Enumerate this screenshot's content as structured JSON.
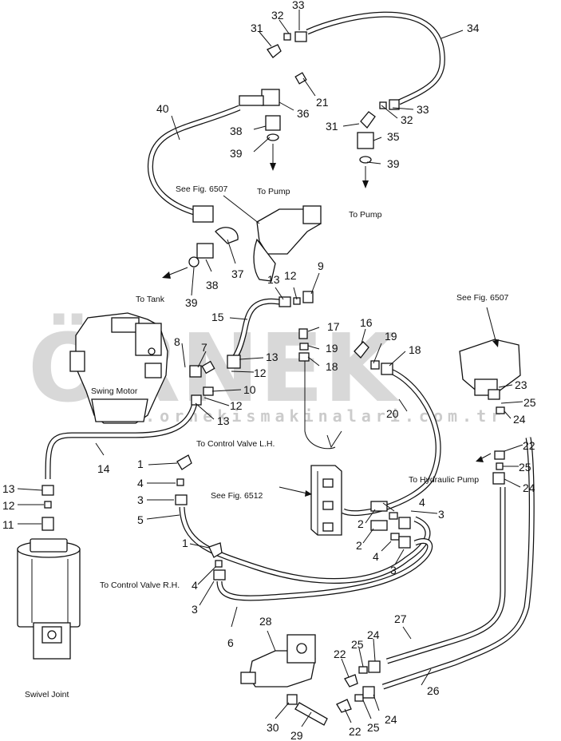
{
  "watermark": {
    "brand": "ÖRNEK",
    "url": "www.ornekismakinalari.com.tr"
  },
  "labels": {
    "swing_motor": "Swing Motor",
    "swivel_joint": "Swivel Joint",
    "to_pump_1": "To Pump",
    "to_pump_2": "To Pump",
    "to_tank": "To Tank",
    "see_6507_a": "See Fig. 6507",
    "see_6507_b": "See Fig. 6507",
    "see_6512": "See Fig. 6512",
    "to_cv_lh": "To Control Valve L.H.",
    "to_cv_rh": "To Control Valve R.H.",
    "to_hyd_pump": "To Hydraulic Pump"
  },
  "callouts": [
    "33",
    "32",
    "31",
    "34",
    "21",
    "36",
    "33",
    "40",
    "32",
    "31",
    "35",
    "38",
    "39",
    "39",
    "37",
    "38",
    "39",
    "9",
    "13",
    "12",
    "15",
    "17",
    "16",
    "19",
    "18",
    "19",
    "18",
    "8",
    "7",
    "13",
    "12",
    "10",
    "12",
    "13",
    "20",
    "23",
    "25",
    "24",
    "22",
    "25",
    "24",
    "14",
    "1",
    "4",
    "3",
    "5",
    "13",
    "12",
    "11",
    "2",
    "4",
    "3",
    "2",
    "4",
    "3",
    "1",
    "4",
    "3",
    "6",
    "27",
    "28",
    "24",
    "25",
    "22",
    "26",
    "22",
    "25",
    "24",
    "30",
    "29"
  ]
}
